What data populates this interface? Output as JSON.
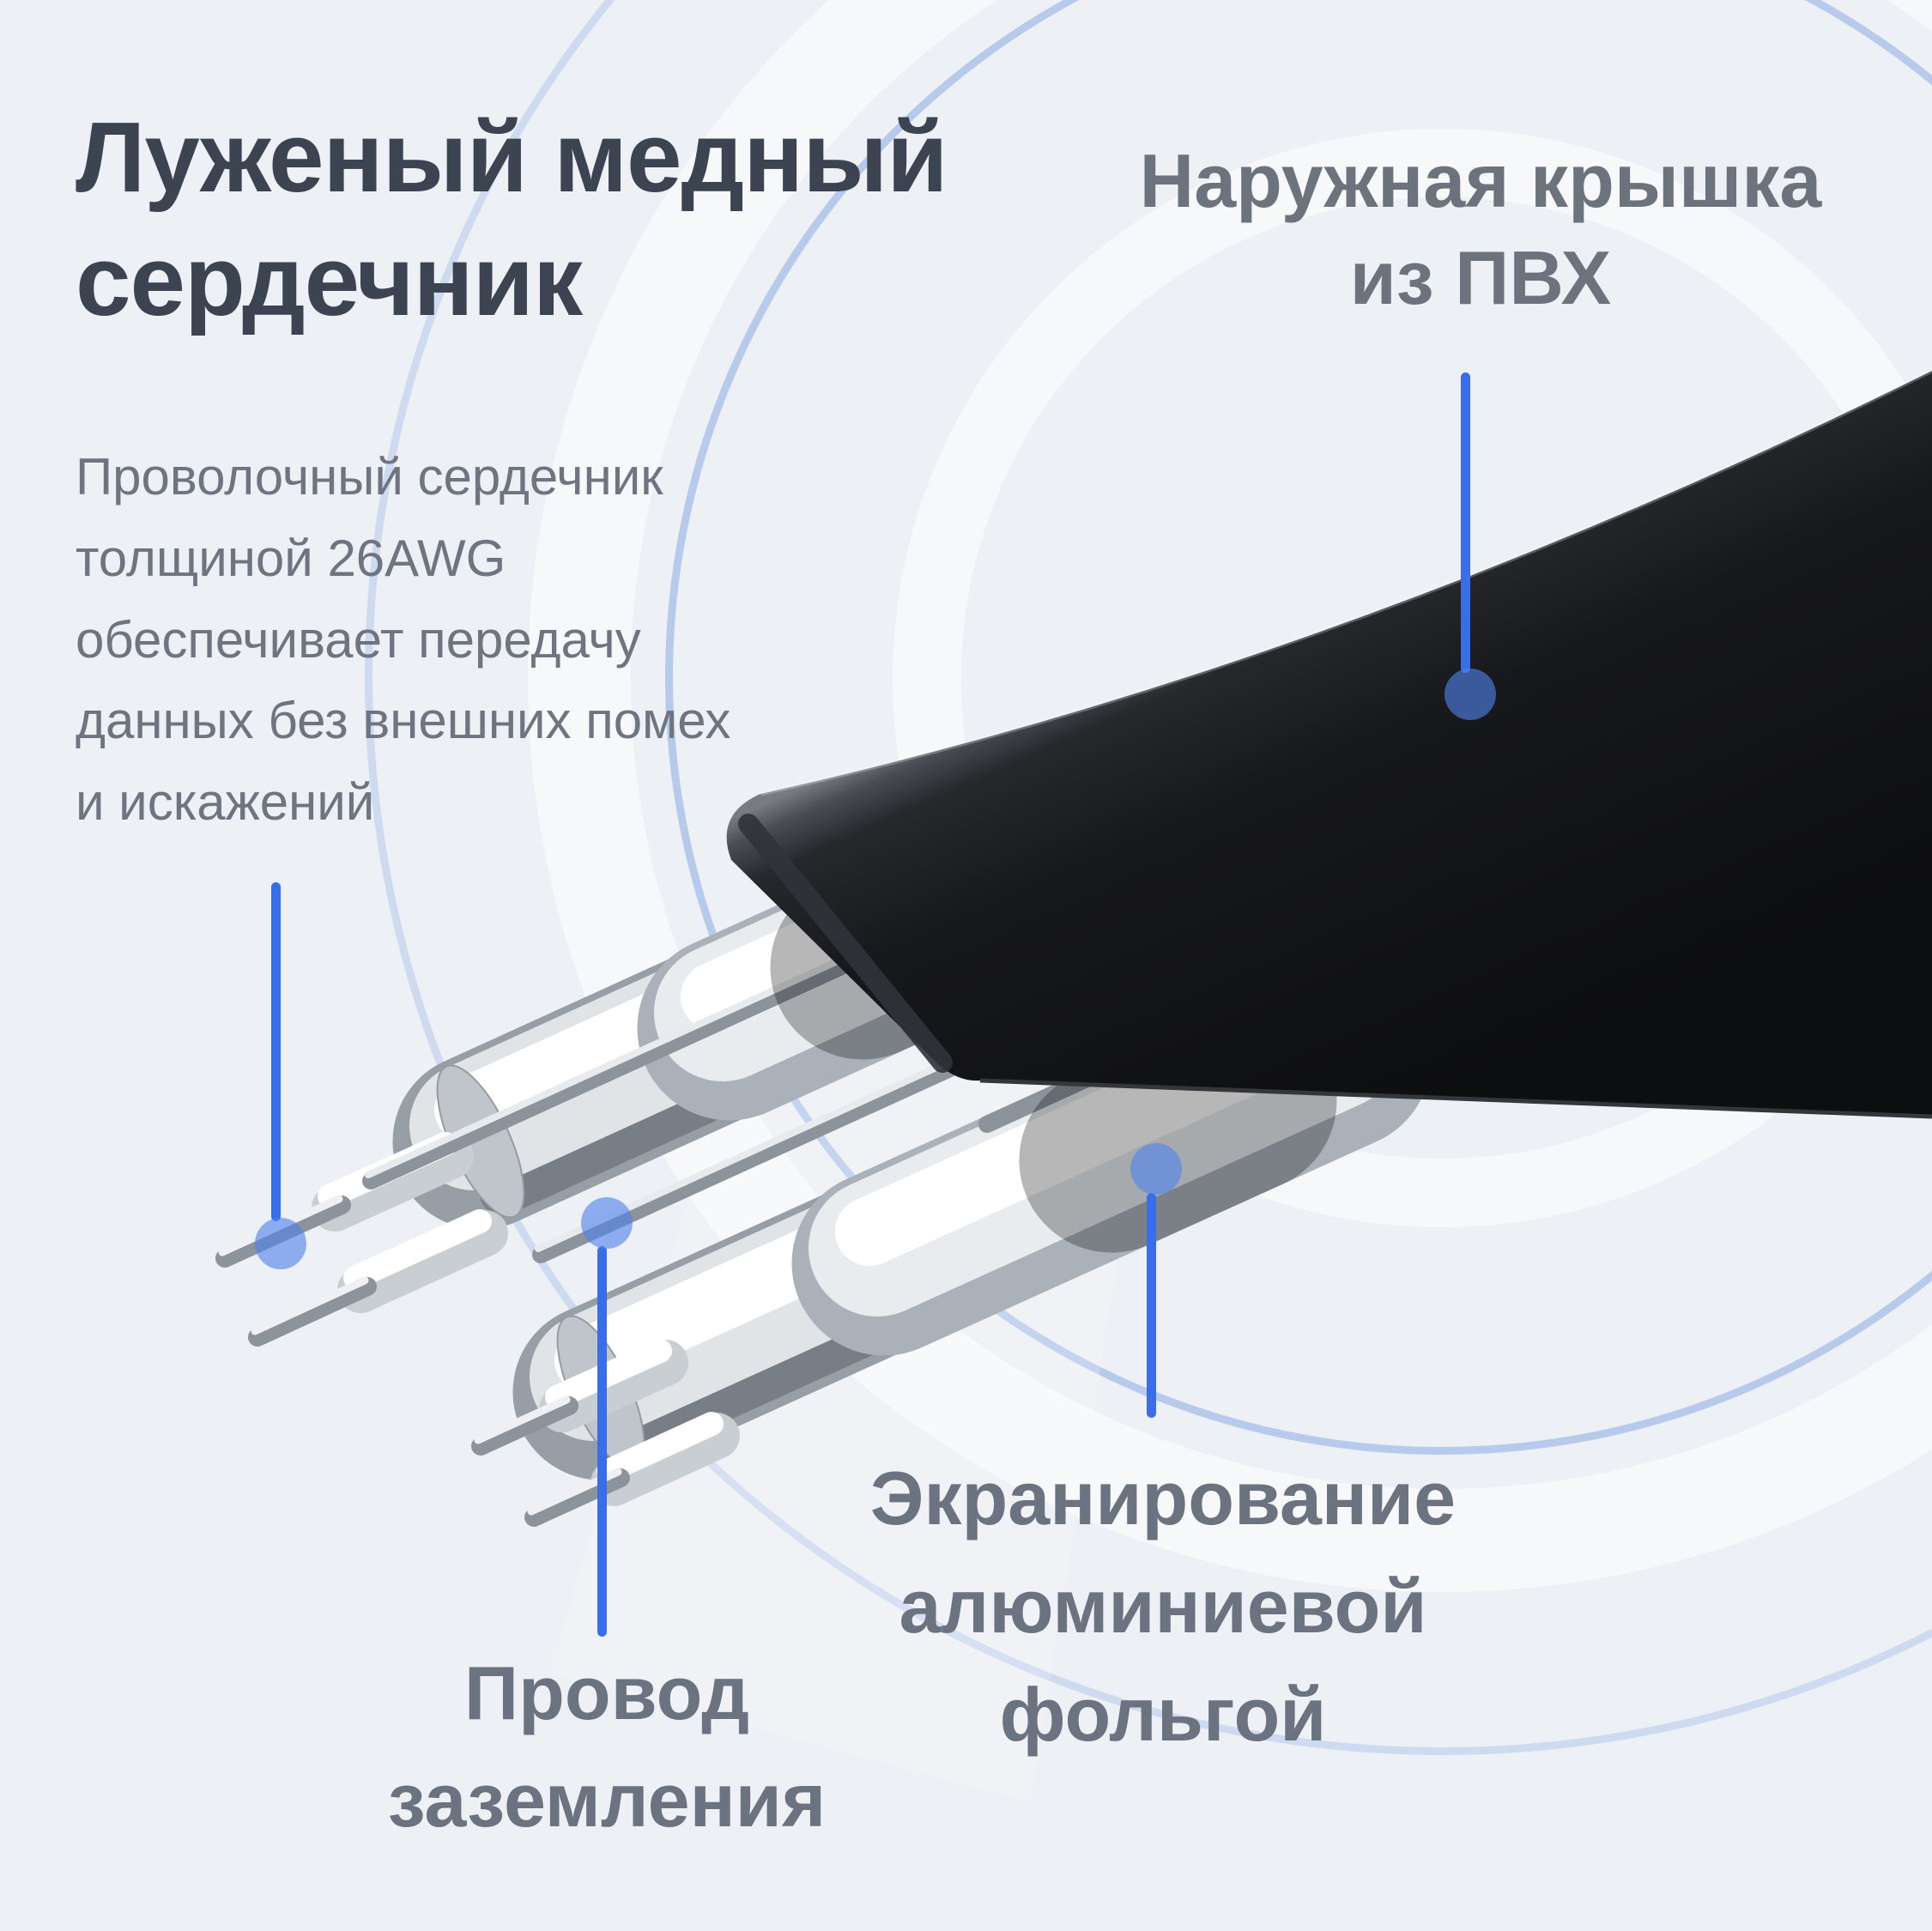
{
  "infographic": {
    "background_color": "#edf0f4",
    "accent_line_color": "#3a6ee8",
    "marker_dot_color": "rgba(80,130,235,0.62)",
    "title_color": "#3c4351",
    "text_color": "#6b7280",
    "subject": "flat-data-cable-construction",
    "callouts": {
      "tinned_copper_core": {
        "title": "Луженый медный\nсердечник",
        "description": "Проволочный сердечник\nтолщиной 26AWG\nобеспечивает передачу\nданных без внешних помех\nи искажений"
      },
      "outer_pvc_cover": {
        "label": "Наружная крышка\nиз ПВХ"
      },
      "ground_wire": {
        "label": "Провод\nзаземления"
      },
      "aluminum_foil_shield": {
        "label": "Экранирование\nалюминиевой\nфольгой"
      }
    }
  }
}
